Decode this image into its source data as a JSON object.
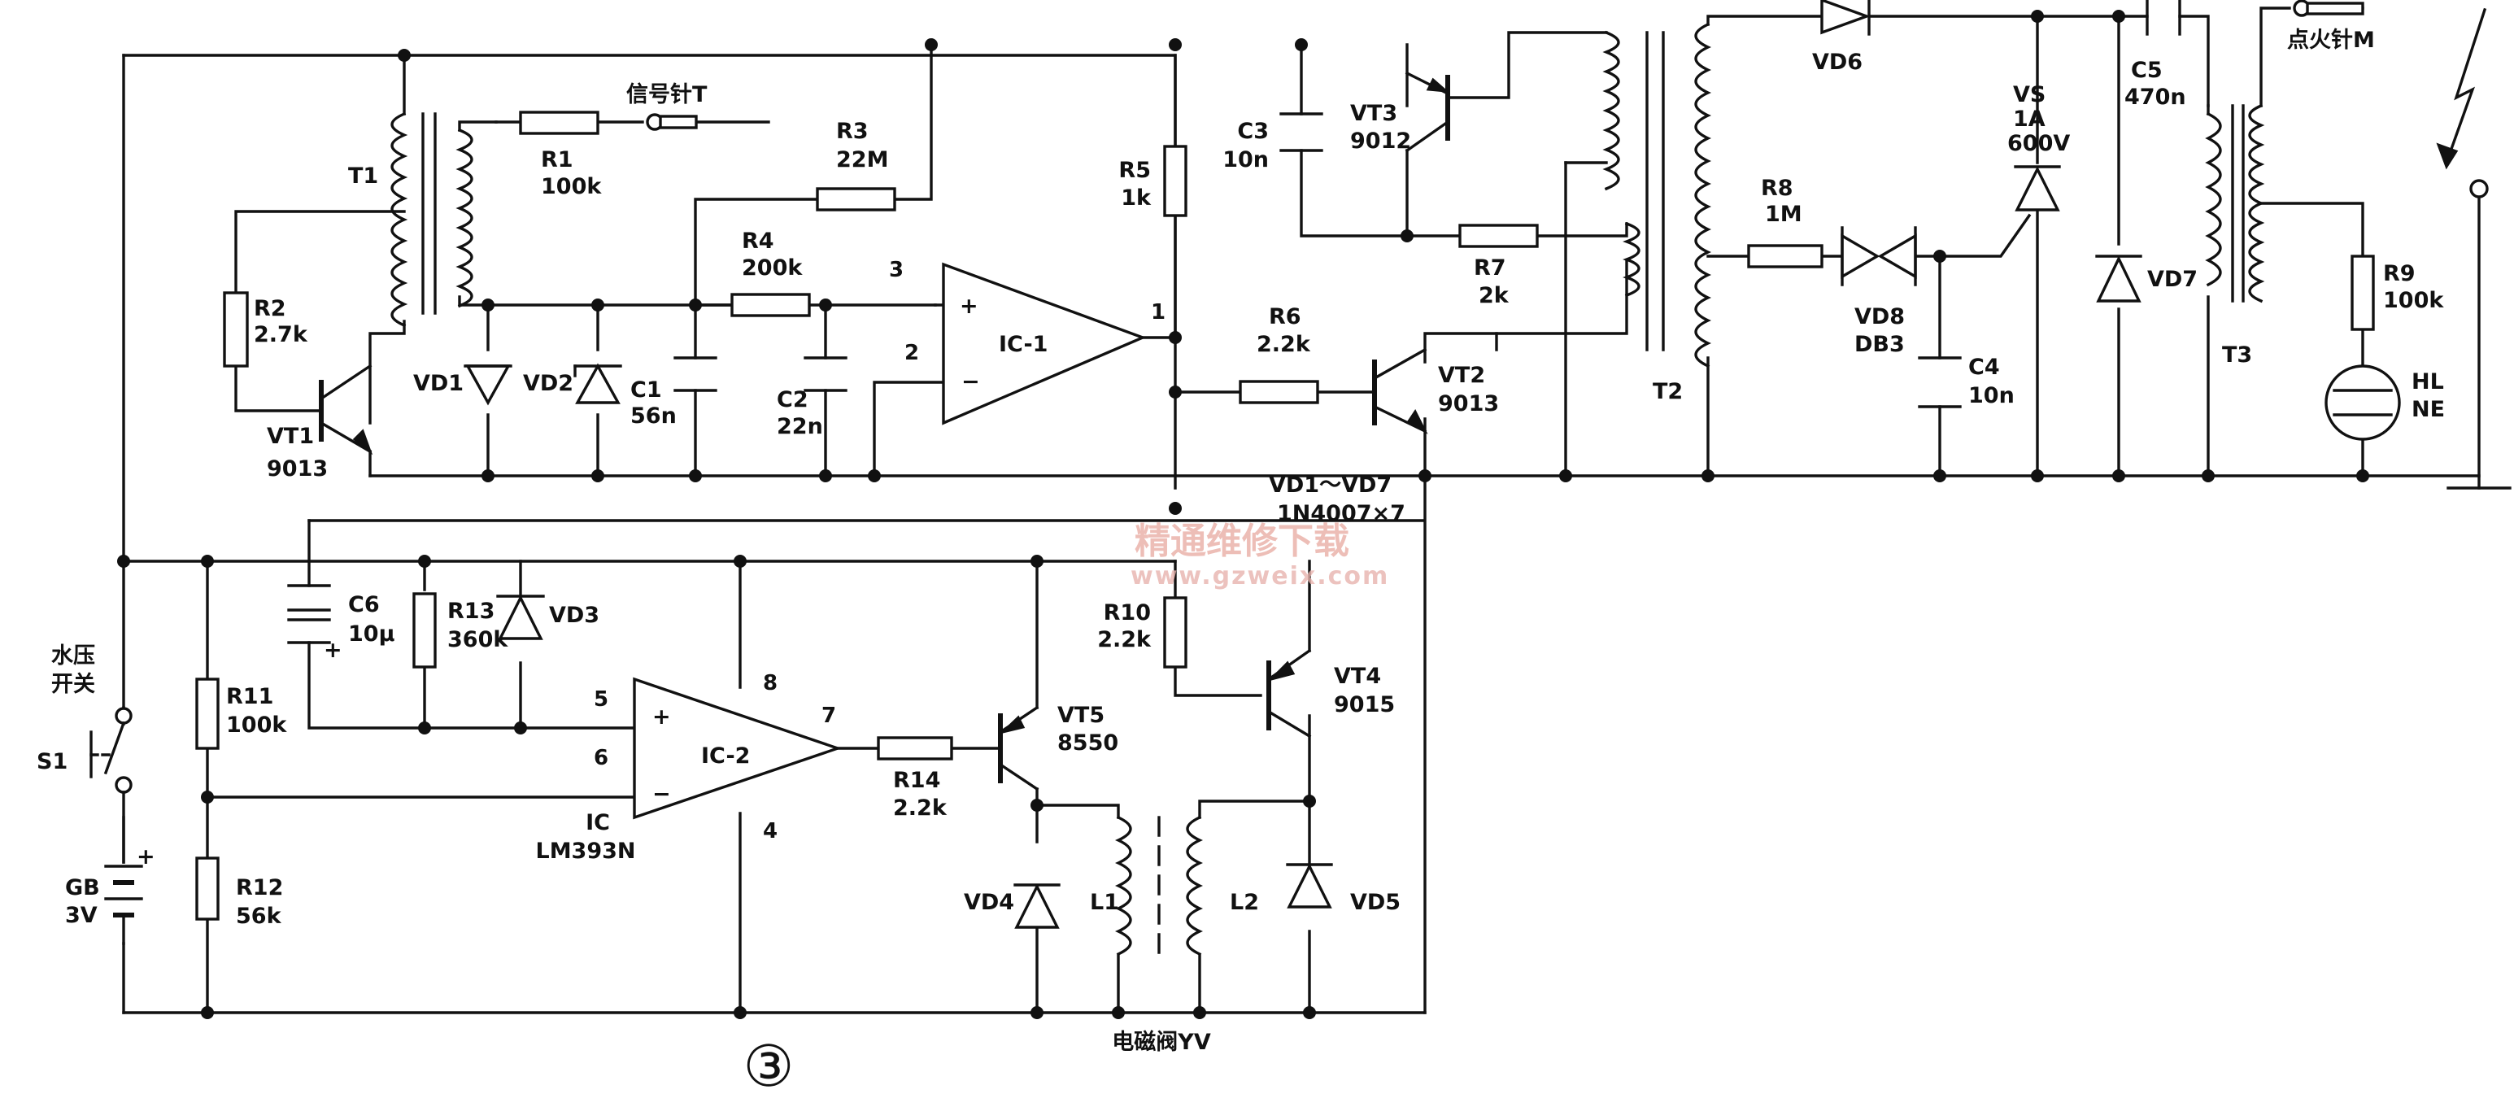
{
  "figure_number": "③",
  "watermark": {
    "brand": "精通维修下载",
    "url": "www.gzweix.com"
  },
  "signal_probe": "信号针T",
  "ignition_probe": "点火针M",
  "water_switch": {
    "line1": "水压",
    "line2": "开关",
    "ref": "S1"
  },
  "battery": {
    "ref": "GB",
    "value": "3V",
    "plus": "+"
  },
  "solenoid_valve": "电磁阀YV",
  "diode_note": {
    "line1": "VD1～VD7",
    "line2": "1N4007×7"
  },
  "transformers": {
    "t1": "T1",
    "t2": "T2",
    "t3": "T3"
  },
  "resistors": {
    "r1": {
      "ref": "R1",
      "value": "100k"
    },
    "r2": {
      "ref": "R2",
      "value": "2.7k"
    },
    "r3": {
      "ref": "R3",
      "value": "22M"
    },
    "r4": {
      "ref": "R4",
      "value": "200k"
    },
    "r5": {
      "ref": "R5",
      "value": "1k"
    },
    "r6": {
      "ref": "R6",
      "value": "2.2k"
    },
    "r7": {
      "ref": "R7",
      "value": "2k"
    },
    "r8": {
      "ref": "R8",
      "value": "1M"
    },
    "r9": {
      "ref": "R9",
      "value": "100k"
    },
    "r10": {
      "ref": "R10",
      "value": "2.2k"
    },
    "r11": {
      "ref": "R11",
      "value": "100k"
    },
    "r12": {
      "ref": "R12",
      "value": "56k"
    },
    "r13": {
      "ref": "R13",
      "value": "360k"
    },
    "r14": {
      "ref": "R14",
      "value": "2.2k"
    }
  },
  "capacitors": {
    "c1": {
      "ref": "C1",
      "value": "56n"
    },
    "c2": {
      "ref": "C2",
      "value": "22n"
    },
    "c3": {
      "ref": "C3",
      "value": "10n"
    },
    "c4": {
      "ref": "C4",
      "value": "10n"
    },
    "c5": {
      "ref": "C5",
      "value": "470n"
    },
    "c6": {
      "ref": "C6",
      "value": "10μ",
      "plus": "+"
    }
  },
  "transistors": {
    "vt1": {
      "ref": "VT1",
      "type": "9013"
    },
    "vt2": {
      "ref": "VT2",
      "type": "9013"
    },
    "vt3": {
      "ref": "VT3",
      "type": "9012"
    },
    "vt4": {
      "ref": "VT4",
      "type": "9015"
    },
    "vt5": {
      "ref": "VT5",
      "type": "8550"
    }
  },
  "diodes": {
    "vd1": "VD1",
    "vd2": "VD2",
    "vd3": "VD3",
    "vd4": "VD4",
    "vd5": "VD5",
    "vd6": "VD6",
    "vd7": "VD7",
    "vd8": {
      "ref": "VD8",
      "type": "DB3"
    }
  },
  "thyristor": {
    "ref": "VS",
    "current": "1A",
    "voltage": "600V"
  },
  "neon_lamp": {
    "ref": "HL",
    "type": "NE"
  },
  "inductors": {
    "l1": "L1",
    "l2": "L2"
  },
  "ic1": {
    "label": "IC-1",
    "pin_plus": "3",
    "pin_minus": "2",
    "pin_out": "1",
    "plus_sign": "+",
    "minus_sign": "−"
  },
  "ic2": {
    "label": "IC-2",
    "pin_plus": "5",
    "pin_minus": "6",
    "pin_out": "7",
    "pin_vcc": "8",
    "pin_gnd": "4",
    "plus_sign": "+",
    "minus_sign": "−",
    "ref": "IC",
    "part": "LM393N"
  }
}
